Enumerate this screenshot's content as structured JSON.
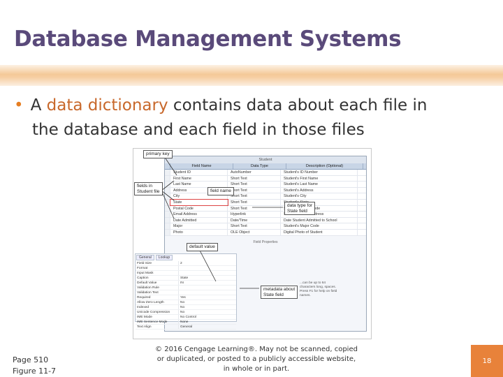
{
  "slide": {
    "title": "Database Management Systems",
    "bullet": {
      "prefix": "A ",
      "term": "data dictionary",
      "line1_rest": " contains data about each file in",
      "line2": "the database and each field in those files"
    },
    "accent_color": "#e8823a",
    "title_color": "#5a4a7a"
  },
  "figure": {
    "window_title": "Student",
    "columns": [
      "Field Name",
      "Data Type",
      "Description (Optional)"
    ],
    "rows": [
      {
        "field": "Student ID",
        "type": "AutoNumber",
        "desc": "Student's ID Number"
      },
      {
        "field": "First Name",
        "type": "Short Text",
        "desc": "Student's First Name"
      },
      {
        "field": "Last Name",
        "type": "Short Text",
        "desc": "Student's Last Name"
      },
      {
        "field": "Address",
        "type": "Short Text",
        "desc": "Student's Address"
      },
      {
        "field": "City",
        "type": "Short Text",
        "desc": "Student's City"
      },
      {
        "field": "State",
        "type": "Short Text",
        "desc": "Student's State"
      },
      {
        "field": "Postal Code",
        "type": "Short Text",
        "desc": "Student's Postal Code"
      },
      {
        "field": "Email Address",
        "type": "Hyperlink",
        "desc": "Student's Email Address"
      },
      {
        "field": "Date Admitted",
        "type": "Date/Time",
        "desc": "Date Student Admitted to School"
      },
      {
        "field": "Major",
        "type": "Short Text",
        "desc": "Student's Major Code"
      },
      {
        "field": "Photo",
        "type": "OLE Object",
        "desc": "Digital Photo of Student"
      }
    ],
    "field_properties_label": "Field Properties",
    "props_tabs": [
      "General",
      "Lookup"
    ],
    "properties": [
      {
        "name": "Field Size",
        "value": "2"
      },
      {
        "name": "Format",
        "value": ""
      },
      {
        "name": "Input Mask",
        "value": ""
      },
      {
        "name": "Caption",
        "value": "State"
      },
      {
        "name": "Default Value",
        "value": "IN"
      },
      {
        "name": "Validation Rule",
        "value": ""
      },
      {
        "name": "Validation Text",
        "value": ""
      },
      {
        "name": "Required",
        "value": "Yes"
      },
      {
        "name": "Allow Zero Length",
        "value": "No"
      },
      {
        "name": "Indexed",
        "value": "No"
      },
      {
        "name": "Unicode Compression",
        "value": "No"
      },
      {
        "name": "IME Mode",
        "value": "No Control"
      },
      {
        "name": "IME Sentence Mode",
        "value": "None"
      },
      {
        "name": "Text Align",
        "value": "General"
      }
    ],
    "help_text": "...can be up to 64 characters long, spaces. Press F1 for help on field names.",
    "callouts": {
      "primary_key": "primary key",
      "fields_in_file": "fields in\nStudent file",
      "field_name": "field name",
      "data_type": "data type for\nState field",
      "default_value": "default value",
      "metadata": "metadata about\nState field"
    }
  },
  "footer": {
    "page_ref": "Page 510",
    "figure_ref": "Figure 11-7",
    "copyright": "© 2016 Cengage Learning®. May not be scanned, copied or duplicated, or posted to a publicly accessible website, in whole or in part.",
    "page_number": "18"
  }
}
